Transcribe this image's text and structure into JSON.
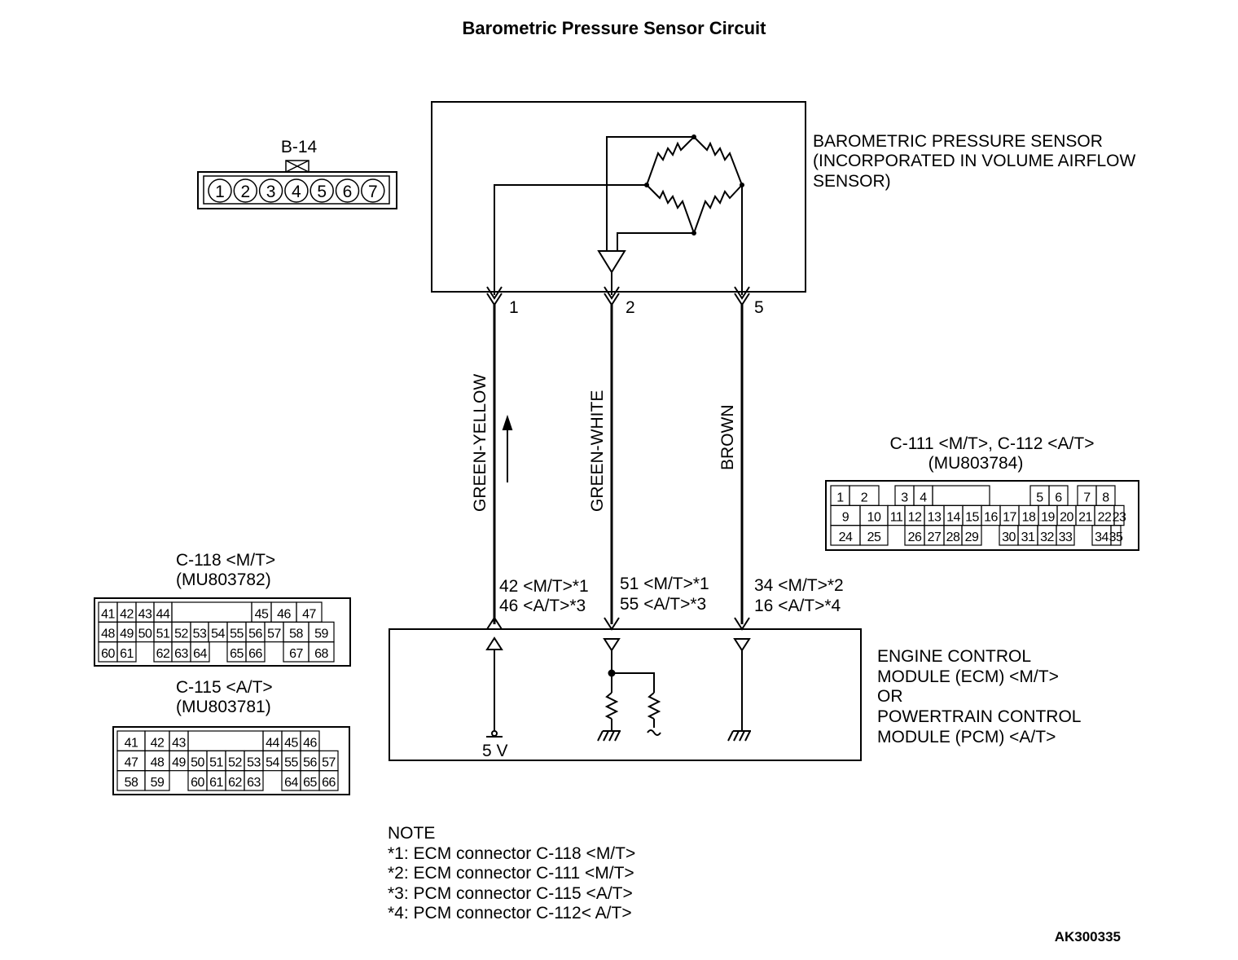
{
  "title": "Barometric Pressure Sensor Circuit",
  "sensor": {
    "label_lines": [
      "BAROMETRIC PRESSURE SENSOR",
      "(INCORPORATED IN VOLUME AIRFLOW",
      "SENSOR)"
    ],
    "pins": [
      "1",
      "2",
      "5"
    ]
  },
  "b14": {
    "label": "B-14",
    "pins": [
      "1",
      "2",
      "3",
      "4",
      "5",
      "6",
      "7"
    ]
  },
  "wires": [
    {
      "color_label": "GREEN-YELLOW",
      "terminal_lines": [
        "42 <M/T>*1",
        "46 <A/T>*3"
      ]
    },
    {
      "color_label": "GREEN-WHITE",
      "terminal_lines": [
        "51 <M/T>*1",
        "55 <A/T>*3"
      ]
    },
    {
      "color_label": "BROWN",
      "terminal_lines": [
        "34 <M/T>*2",
        "16 <A/T>*4"
      ]
    }
  ],
  "ecm": {
    "label_lines": [
      "ENGINE CONTROL",
      "MODULE (ECM) <M/T>",
      "OR",
      "POWERTRAIN CONTROL",
      "MODULE (PCM) <A/T>"
    ],
    "supply_label": "5 V"
  },
  "connectors": {
    "c111": {
      "label_lines": [
        "C-111 <M/T>, C-112 <A/T>",
        "(MU803784)"
      ],
      "rows": [
        [
          "1",
          "2",
          "",
          "3",
          "4",
          "",
          "",
          "",
          "",
          "5",
          "6",
          "",
          "7",
          "8"
        ],
        [
          "9",
          "10",
          "11",
          "12",
          "13",
          "14",
          "15",
          "16",
          "17",
          "18",
          "19",
          "20",
          "21",
          "22",
          "23"
        ],
        [
          "24",
          "25",
          "",
          "26",
          "27",
          "28",
          "29",
          "",
          "30",
          "31",
          "32",
          "33",
          "",
          "34",
          "35"
        ]
      ]
    },
    "c118": {
      "label_lines": [
        "C-118 <M/T>",
        "(MU803782)"
      ],
      "rows": [
        [
          "41",
          "42",
          "43",
          "44",
          "",
          "",
          "45",
          "46",
          "47"
        ],
        [
          "48",
          "49",
          "50",
          "51",
          "52",
          "53",
          "54",
          "55",
          "56",
          "57",
          "58",
          "59"
        ],
        [
          "60",
          "61",
          "",
          "62",
          "63",
          "64",
          "",
          "65",
          "66",
          "",
          "67",
          "68"
        ]
      ]
    },
    "c115": {
      "label_lines": [
        "C-115 <A/T>",
        "(MU803781)"
      ],
      "rows": [
        [
          "41",
          "42",
          "43",
          "",
          "",
          "44",
          "45",
          "46"
        ],
        [
          "47",
          "48",
          "49",
          "50",
          "51",
          "52",
          "53",
          "54",
          "55",
          "56",
          "57"
        ],
        [
          "58",
          "59",
          "",
          "60",
          "61",
          "62",
          "63",
          "",
          "64",
          "65",
          "66"
        ]
      ]
    }
  },
  "note": {
    "heading": "NOTE",
    "lines": [
      "*1: ECM connector C-118 <M/T>",
      "*2: ECM connector C-111 <M/T>",
      "*3: PCM connector C-115 <A/T>",
      "*4: PCM connector C-112< A/T>"
    ]
  },
  "figure_code": "AK300335"
}
